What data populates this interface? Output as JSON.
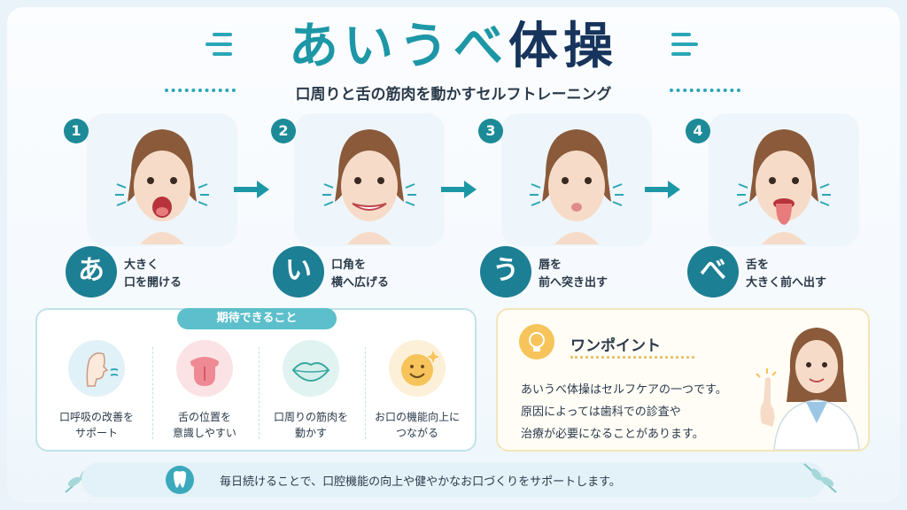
{
  "title": {
    "kana": "あいうべ",
    "kanji": "体操"
  },
  "subtitle": "口周りと舌の筋肉を動かすセルフトレーニング",
  "steps": [
    {
      "num": "1",
      "kana": "あ",
      "line1": "大きく",
      "line2": "口を開ける"
    },
    {
      "num": "2",
      "kana": "い",
      "line1": "口角を",
      "line2": "横へ広げる"
    },
    {
      "num": "3",
      "kana": "う",
      "line1": "唇を",
      "line2": "前へ突き出す"
    },
    {
      "num": "4",
      "kana": "べ",
      "line1": "舌を",
      "line2": "大きく前へ出す"
    }
  ],
  "expect": {
    "title": "期待できること",
    "items": [
      {
        "icon": "breathing-profile-icon",
        "line1": "口呼吸の改善を",
        "line2": "サポート"
      },
      {
        "icon": "tongue-icon",
        "line1": "舌の位置を",
        "line2": "意識しやすい"
      },
      {
        "icon": "lips-icon",
        "line1": "口周りの筋肉を",
        "line2": "動かす"
      },
      {
        "icon": "smile-face-icon",
        "line1": "お口の機能向上に",
        "line2": "つながる"
      }
    ]
  },
  "tip": {
    "title": "ワンポイント",
    "lines": [
      "あいうべ体操はセルフケアの一つです。",
      "原因によっては歯科での診査や",
      "治療が必要になることがあります。"
    ]
  },
  "footer": "毎日続けることで、口腔機能の向上や健やかなお口づくりをサポートします。",
  "colors": {
    "accent": "#1d97a6",
    "navy": "#17345c",
    "badge": "#1d7f94",
    "tip_border": "#f3e6b8"
  }
}
